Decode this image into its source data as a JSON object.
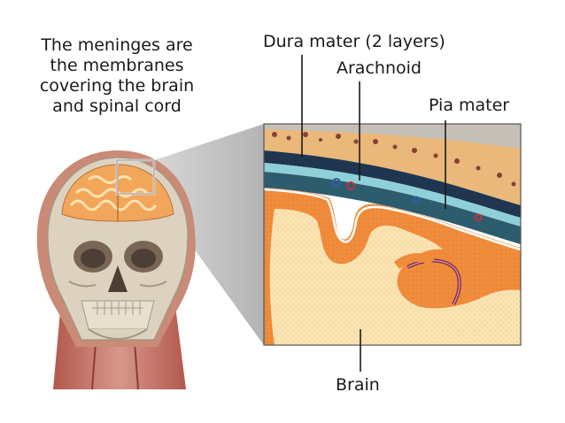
{
  "caption": {
    "lines": [
      "The meninges are",
      "the membranes",
      "covering the brain",
      "and spinal cord"
    ]
  },
  "labels": {
    "dura": "Dura mater (2 layers)",
    "arachnoid": "Arachnoid",
    "pia": "Pia mater",
    "brain": "Brain"
  },
  "colors": {
    "skull": "#ddd2c0",
    "bone_outer": "#e9b87a",
    "dura": "#8fd0d8",
    "brain_cortex": "#ef8b3a",
    "brain_white": "#fbe3b1",
    "vessel_red": "#c0303a",
    "vessel_blue": "#2f5da8"
  }
}
